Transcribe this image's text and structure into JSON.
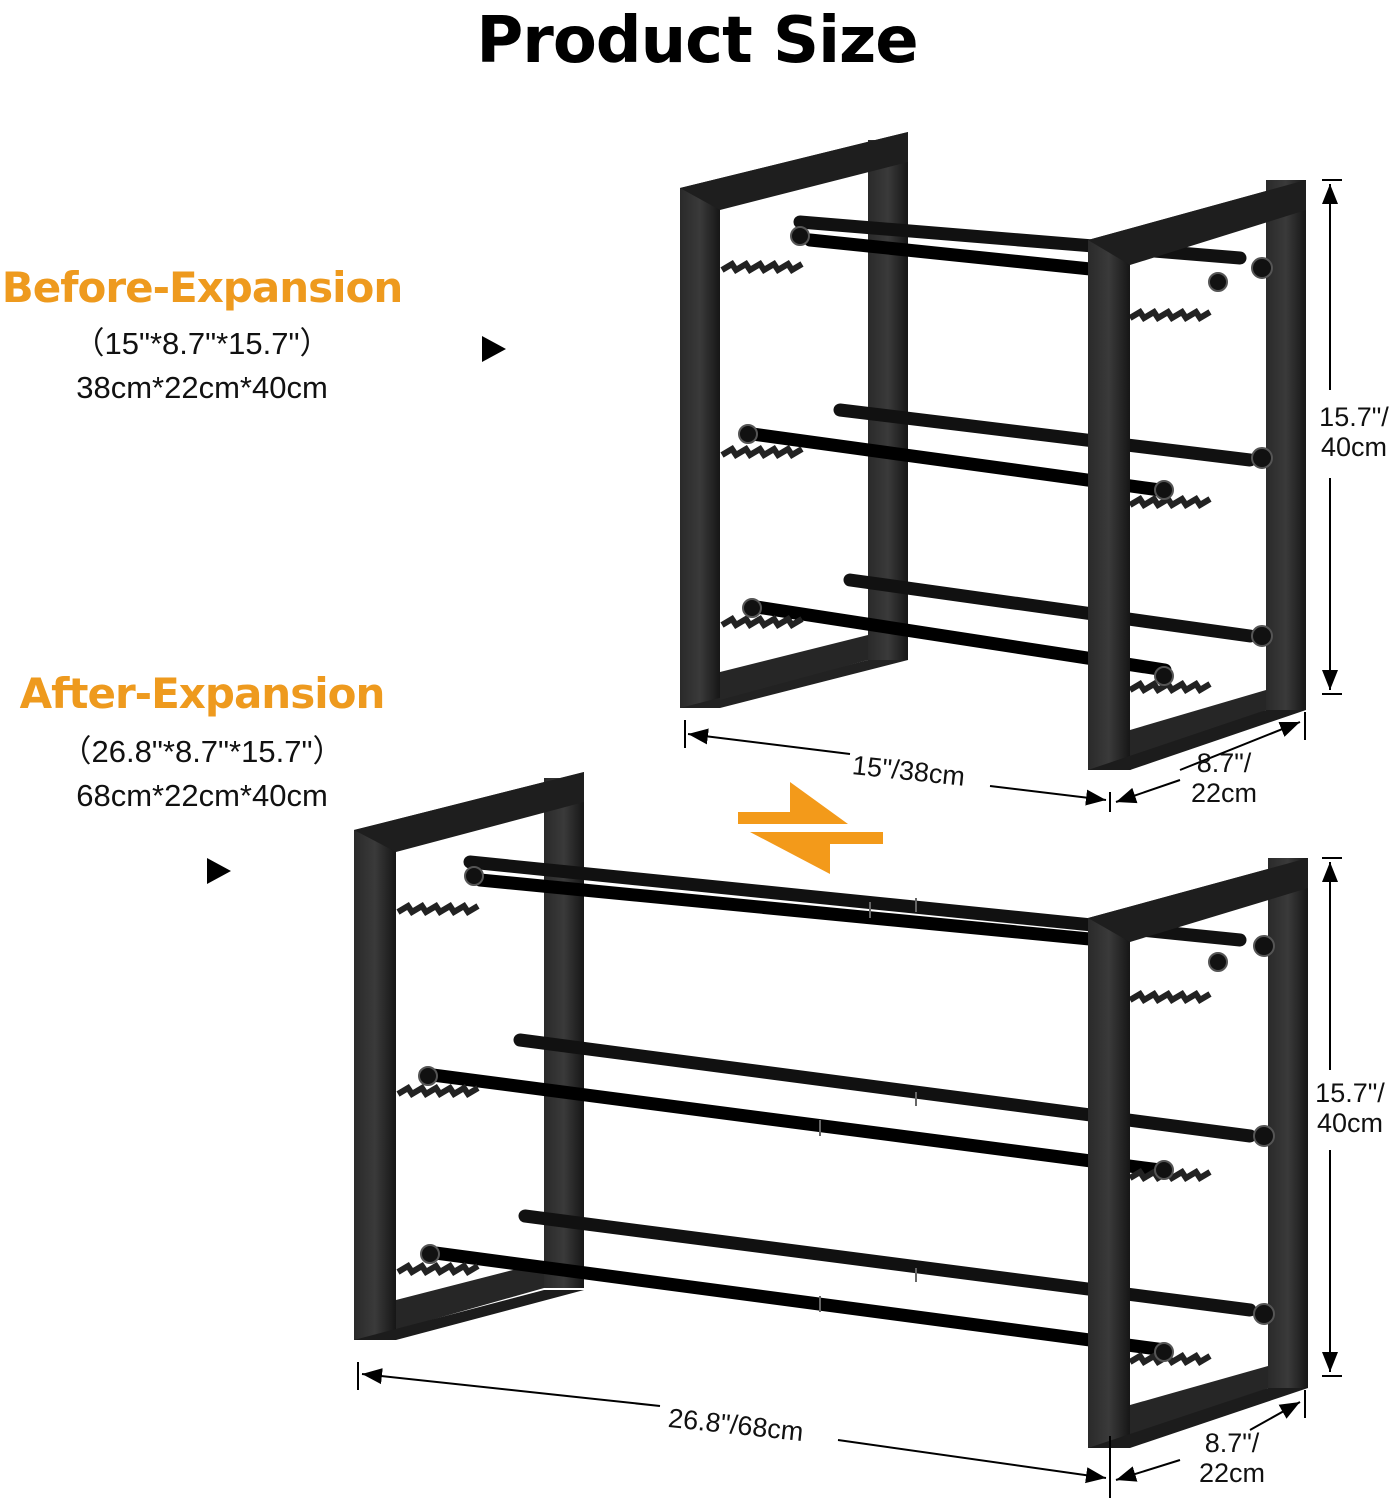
{
  "page": {
    "title": "Product Size",
    "accent_color": "#EE9A1E",
    "frame_color": "#1c1c1c"
  },
  "before_expansion": {
    "heading": "Before-Expansion",
    "dims_inches": "（15\"*8.7\"*15.7\"）",
    "dims_cm": "38cm*22cm*40cm",
    "pointer_icon": "triangle-right-icon",
    "measurements": {
      "height": {
        "line1": "15.7\"/",
        "line2": "40cm"
      },
      "width": "15\"/38cm",
      "depth": {
        "line1": "8.7\"/",
        "line2": "22cm"
      }
    }
  },
  "after_expansion": {
    "heading": "After-Expansion",
    "dims_inches": "（26.8\"*8.7\"*15.7\"）",
    "dims_cm": "68cm*22cm*40cm",
    "pointer_icon": "triangle-right-icon",
    "measurements": {
      "height": {
        "line1": "15.7\"/",
        "line2": "40cm"
      },
      "width": "26.8\"/68cm",
      "depth": {
        "line1": "8.7\"/",
        "line2": "22cm"
      }
    }
  },
  "swap_icon": "swap-arrows-icon",
  "tiers": 3
}
